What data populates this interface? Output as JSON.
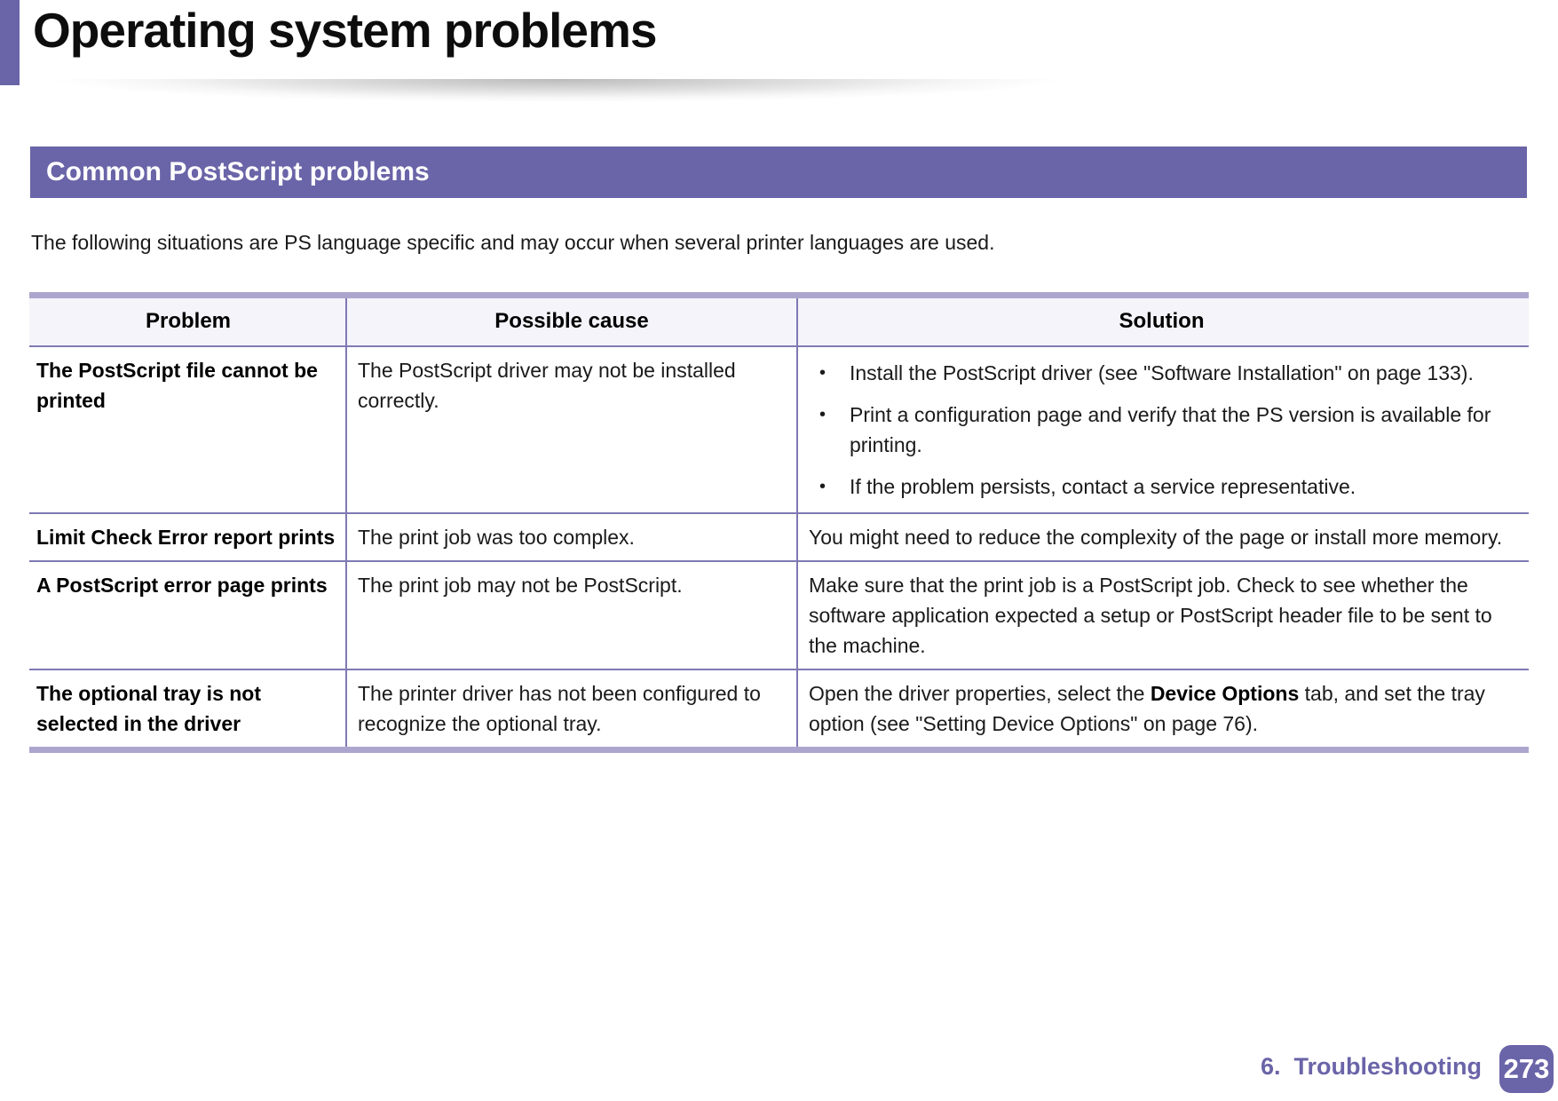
{
  "page": {
    "title": "Operating system problems",
    "section_title": "Common PostScript problems",
    "intro": "The following situations are PS language specific and may occur when several printer languages are used.",
    "footer": {
      "chapter": "6.  Troubleshooting",
      "page_number": "273"
    },
    "colors": {
      "accent_purple": "#6A64A8",
      "border_thick": "#ACA6CE",
      "border_thin": "#7F79B4",
      "header_bg": "#F4F4FA",
      "text_dark": "#1A1A1A"
    }
  },
  "table": {
    "bullet_glyph": "•",
    "headers": [
      "Problem",
      "Possible cause",
      "Solution"
    ],
    "rows": [
      {
        "problem": "The PostScript file cannot be printed",
        "cause": "The PostScript driver may not be installed correctly.",
        "solution_bullets": [
          "Install the PostScript driver (see \"Software Installation\" on page 133).",
          "Print a configuration page and verify that the PS version is available for printing.",
          "If the problem persists, contact a service representative."
        ]
      },
      {
        "problem": "Limit Check Error report prints",
        "cause": "The print job was too complex.",
        "solution": "You might need to reduce the complexity of the page or install more memory."
      },
      {
        "problem": "A PostScript error page prints",
        "cause": "The print job may not be PostScript.",
        "solution": "Make sure that the print job is a PostScript job. Check to see whether the software application expected a setup or PostScript header file to be sent to the machine."
      },
      {
        "problem": "The optional tray is not selected in the driver",
        "cause": "The printer driver has not been configured to recognize the optional tray.",
        "solution_prefix": "Open the driver properties, select the ",
        "solution_bold": "Device Options",
        "solution_suffix": " tab, and set the tray option (see \"Setting Device Options\" on page 76)."
      }
    ]
  }
}
